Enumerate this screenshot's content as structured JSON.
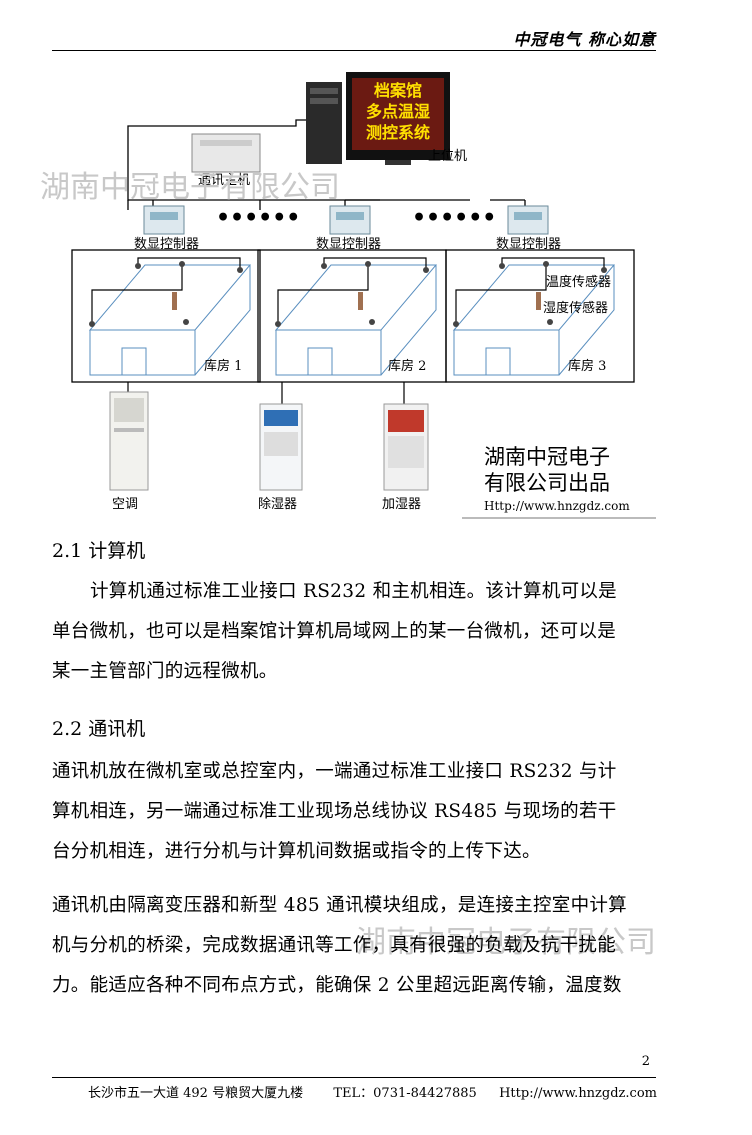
{
  "header": {
    "slogan": "中冠电气  称心如意"
  },
  "diagram": {
    "monitor_lines": [
      "档案馆",
      "多点温湿",
      "测控系统"
    ],
    "host_pc_label": "上位机",
    "comm_host_label": "通讯主机",
    "controller_label": "数显控制器",
    "rooms": [
      "库房 1",
      "库房 2",
      "库房 3"
    ],
    "temp_sensor_label": "温度传感器",
    "humidity_sensor_label": "湿度传感器",
    "ac_label": "空调",
    "dehumidifier_label": "除湿器",
    "humidifier_label": "加湿器",
    "company_line1": "湖南中冠电子",
    "company_line2": "有限公司出品",
    "company_url": "Http://www.hnzgdz.com",
    "watermark": "湖南中冠电子有限公司"
  },
  "section1": {
    "heading": "2.1  计算机",
    "lines": [
      "计算机通过标准工业接口 RS232 和主机相连。该计算机可以是",
      "单台微机，也可以是档案馆计算机局域网上的某一台微机，还可以是",
      "某一主管部门的远程微机。"
    ]
  },
  "section2": {
    "heading": "2.2  通讯机",
    "para1": [
      "通讯机放在微机室或总控室内，一端通过标准工业接口 RS232 与计",
      "算机相连，另一端通过标准工业现场总线协议 RS485 与现场的若干",
      "台分机相连，进行分机与计算机间数据或指令的上传下达。"
    ],
    "para2": [
      "通讯机由隔离变压器和新型 485 通讯模块组成，是连接主控室中计算",
      "机与分机的桥梁，完成数据通讯等工作，具有很强的负载及抗干扰能",
      "力。能适应各种不同布点方式，能确保 2 公里超远距离传输，温度数"
    ]
  },
  "watermark_text": "湖南中冠电子有限公司",
  "page_number": "2",
  "footer": {
    "address": "长沙市五一大道 492 号粮贸大厦九楼",
    "tel": "TEL：0731-84427885",
    "url": "Http://www.hnzgdz.com"
  }
}
